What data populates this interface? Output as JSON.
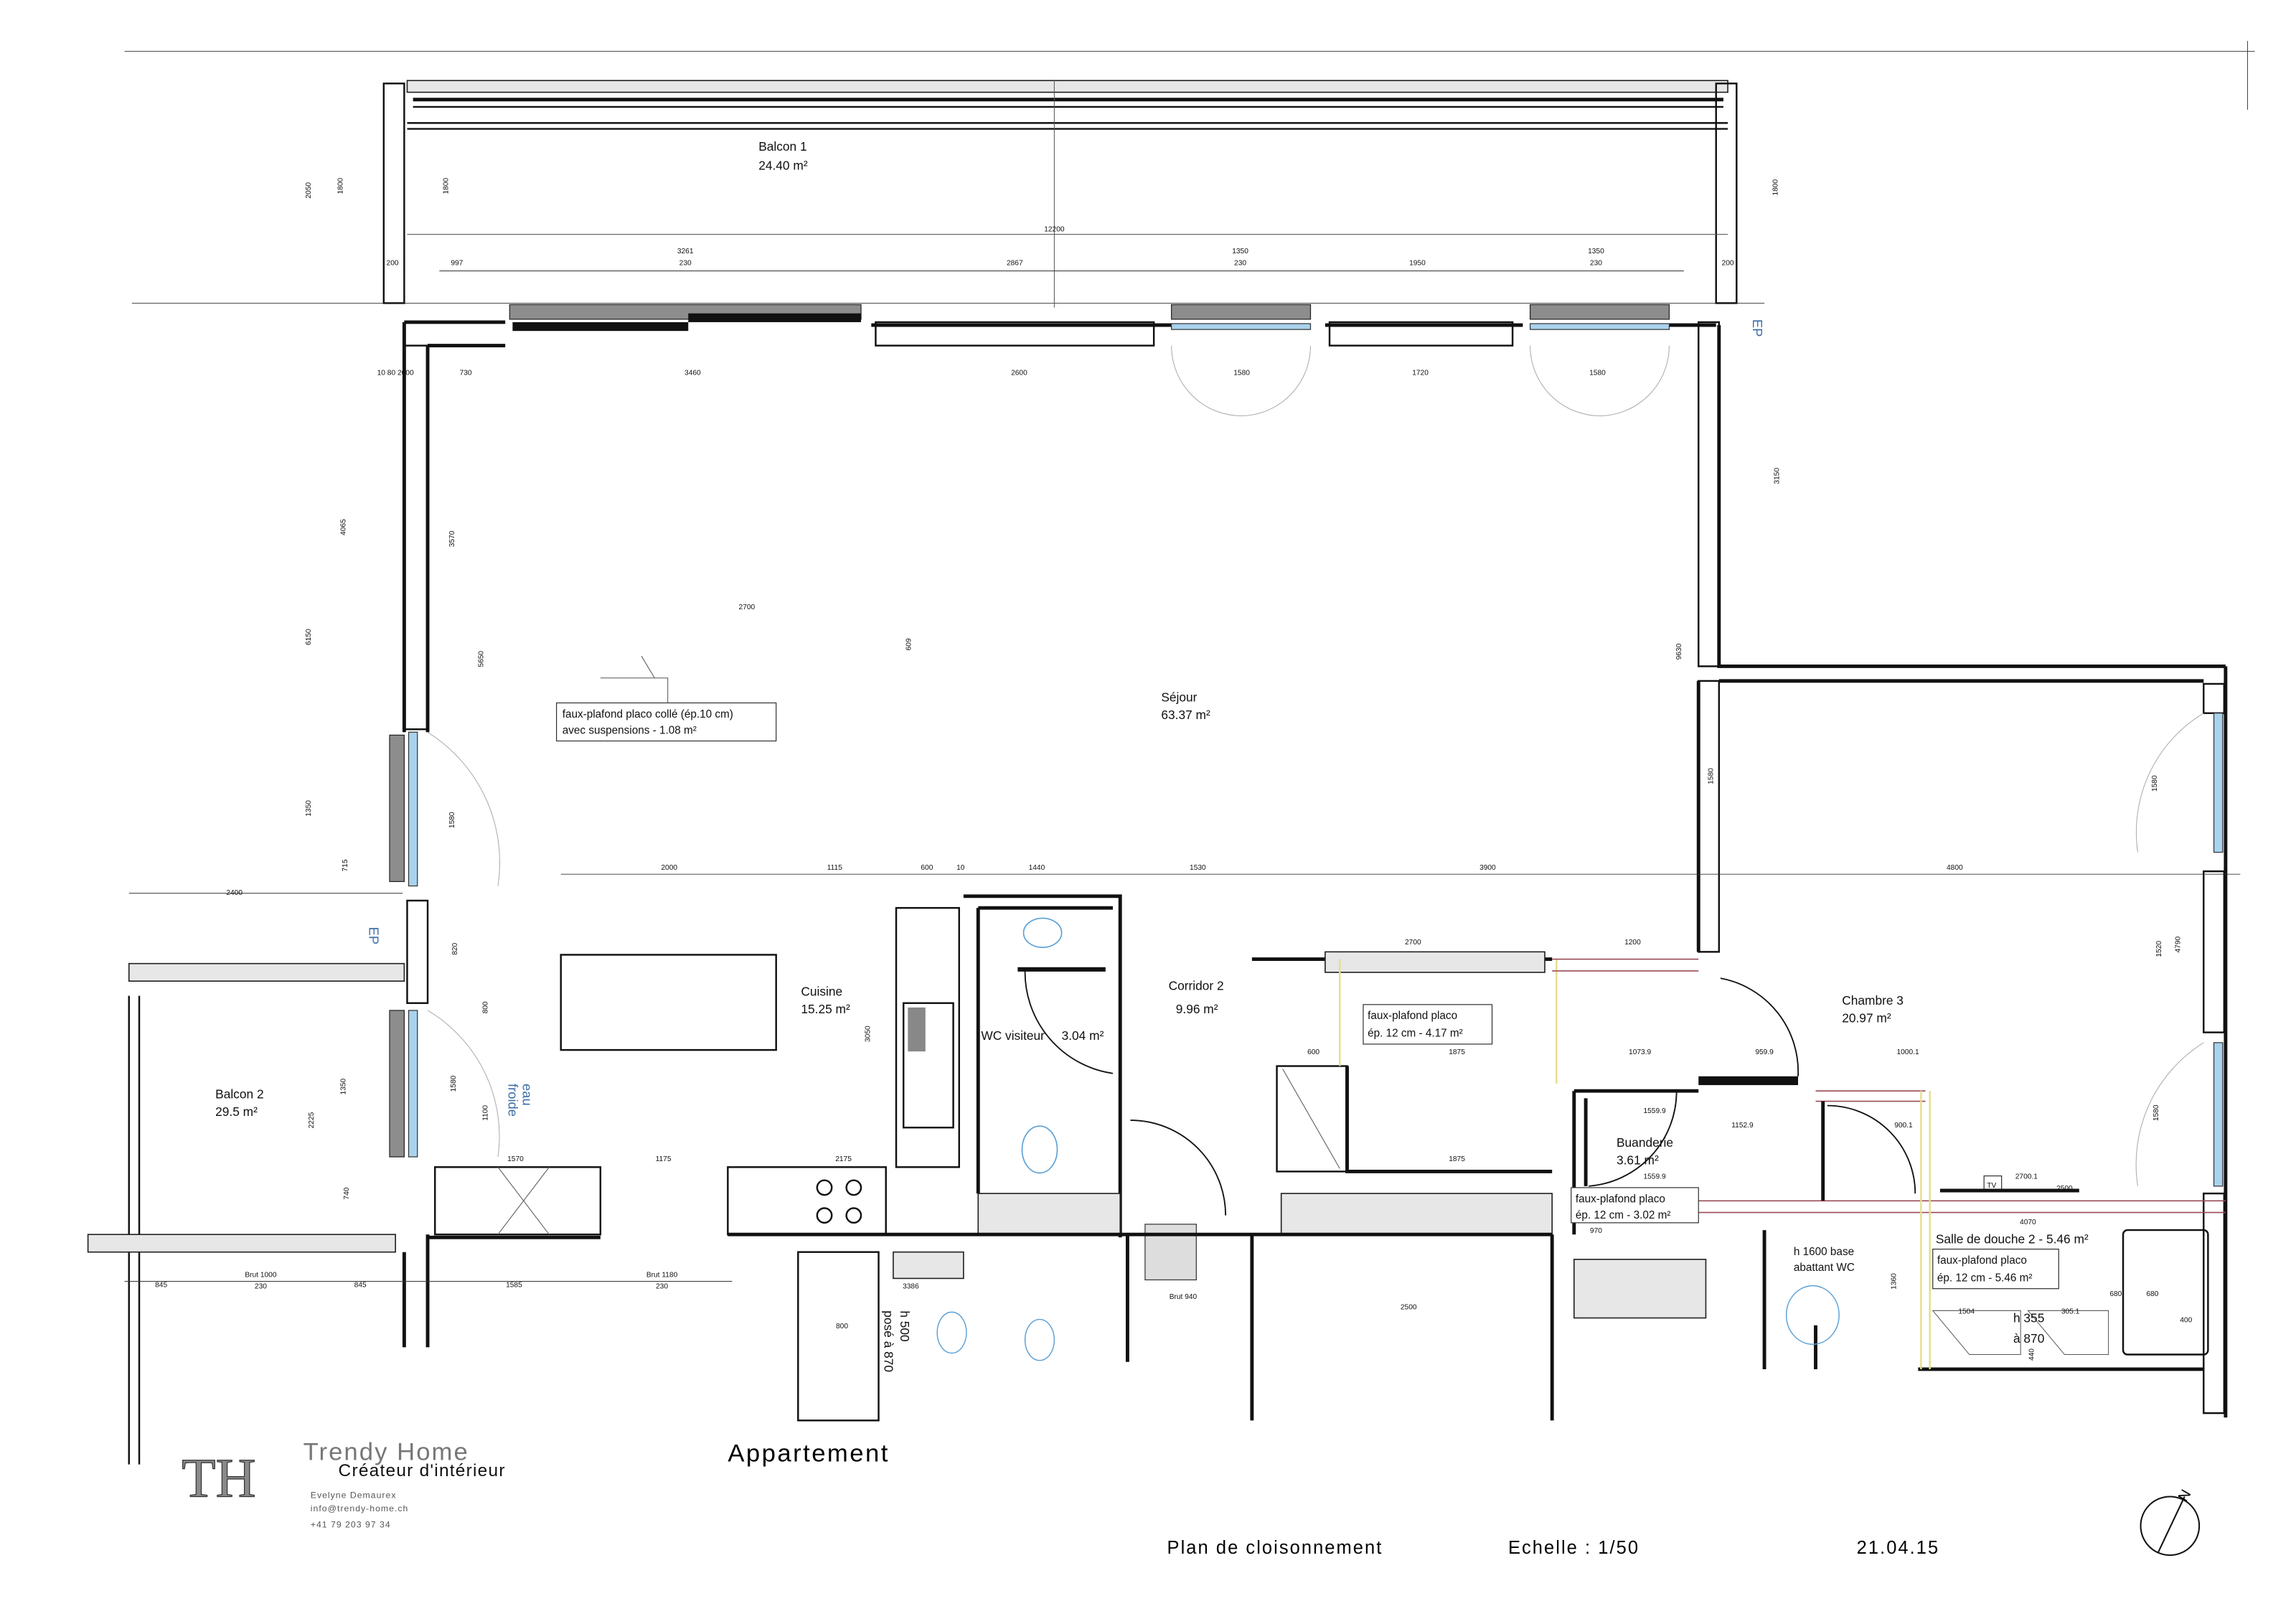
{
  "colors": {
    "wall": "#111111",
    "glass": "#a9d2ee",
    "water_pipe": "#3d6fa8",
    "ceiling_outline": "#e6dd8f",
    "partition": "#9b4a55"
  },
  "rooms": {
    "balcon1": {
      "name": "Balcon 1",
      "area": "24.40 m²"
    },
    "sejour": {
      "name": "Séjour",
      "area": "63.37 m²"
    },
    "cuisine": {
      "name": "Cuisine",
      "area": "15.25 m²"
    },
    "wc": {
      "name": "WC visiteur",
      "area": "3.04 m²"
    },
    "corridor": {
      "name": "Corridor 2",
      "area": "9.96 m²"
    },
    "chambre3": {
      "name": "Chambre 3",
      "area": "20.97 m²"
    },
    "buanderie": {
      "name": "Buanderie",
      "area": "3.61 m²"
    },
    "sdd": {
      "name": "Salle de douche 2 - 5.46 m²"
    },
    "balcon2": {
      "name": "Balcon 2",
      "area": "29.5 m²"
    }
  },
  "notes": {
    "fp_sejour": [
      "faux-plafond placo collé (ép.10 cm)",
      "avec suspensions - 1.08 m²"
    ],
    "fp_corridor": [
      "faux-plafond placo",
      "ép. 12 cm - 4.17 m²"
    ],
    "fp_buanderie": [
      "faux-plafond placo",
      "ép. 12 cm - 3.02 m²"
    ],
    "fp_sdd": [
      "faux-plafond placo",
      "ép. 12 cm - 5.46 m²"
    ],
    "wc_height": [
      "h 1600 base",
      "abattant WC"
    ],
    "vasque": [
      "h 355",
      "à 870"
    ],
    "bath": [
      "h 500",
      "posé à 870"
    ],
    "eau_froide": [
      "eau",
      "froide"
    ],
    "ep": "EP",
    "tv": "TV"
  },
  "dims": [
    "12200",
    "3261",
    "230",
    "2867",
    "1350",
    "230",
    "1950",
    "1350",
    "230",
    "200",
    "997",
    "200",
    "3460",
    "2600",
    "1580",
    "1720",
    "1580",
    "730",
    "10 80 2000",
    "2700",
    "609",
    "2000",
    "1115",
    "600",
    "10",
    "1440",
    "1530",
    "3900",
    "4800",
    "2400",
    "2700",
    "1200",
    "600",
    "1875",
    "1073.9",
    "959.9",
    "1000.1",
    "1175",
    "2175",
    "1570",
    "1875",
    "2700.1",
    "2500",
    "4070",
    "Brut 1000",
    "230",
    "845",
    "845",
    "1585",
    "Brut 1180",
    "230",
    "3386",
    "2500",
    "Brut 940",
    "2050",
    "1800",
    "1800",
    "1800",
    "4065",
    "6150",
    "3570",
    "5650",
    "9630",
    "3150",
    "1350",
    "1580",
    "715",
    "820",
    "800",
    "1580",
    "1100",
    "2225",
    "1350",
    "740",
    "3050",
    "1580",
    "1580",
    "4790",
    "1520",
    "1580",
    "1360",
    "1559.9",
    "1559.9",
    "1152.9",
    "900.1",
    "970",
    "800",
    "680",
    "680",
    "400",
    "1504",
    "305.1",
    "440"
  ],
  "title_block": {
    "logo": "TH",
    "brand": "Trendy Home",
    "tagline": "Créateur d'intérieur",
    "designer": "Evelyne Demaurex",
    "email": "info@trendy-home.ch",
    "phone": "+41 79 203 97 34",
    "project": "Appartement",
    "plan": "Plan de cloisonnement",
    "scale": "Echelle : 1/50",
    "date": "21.04.15"
  }
}
